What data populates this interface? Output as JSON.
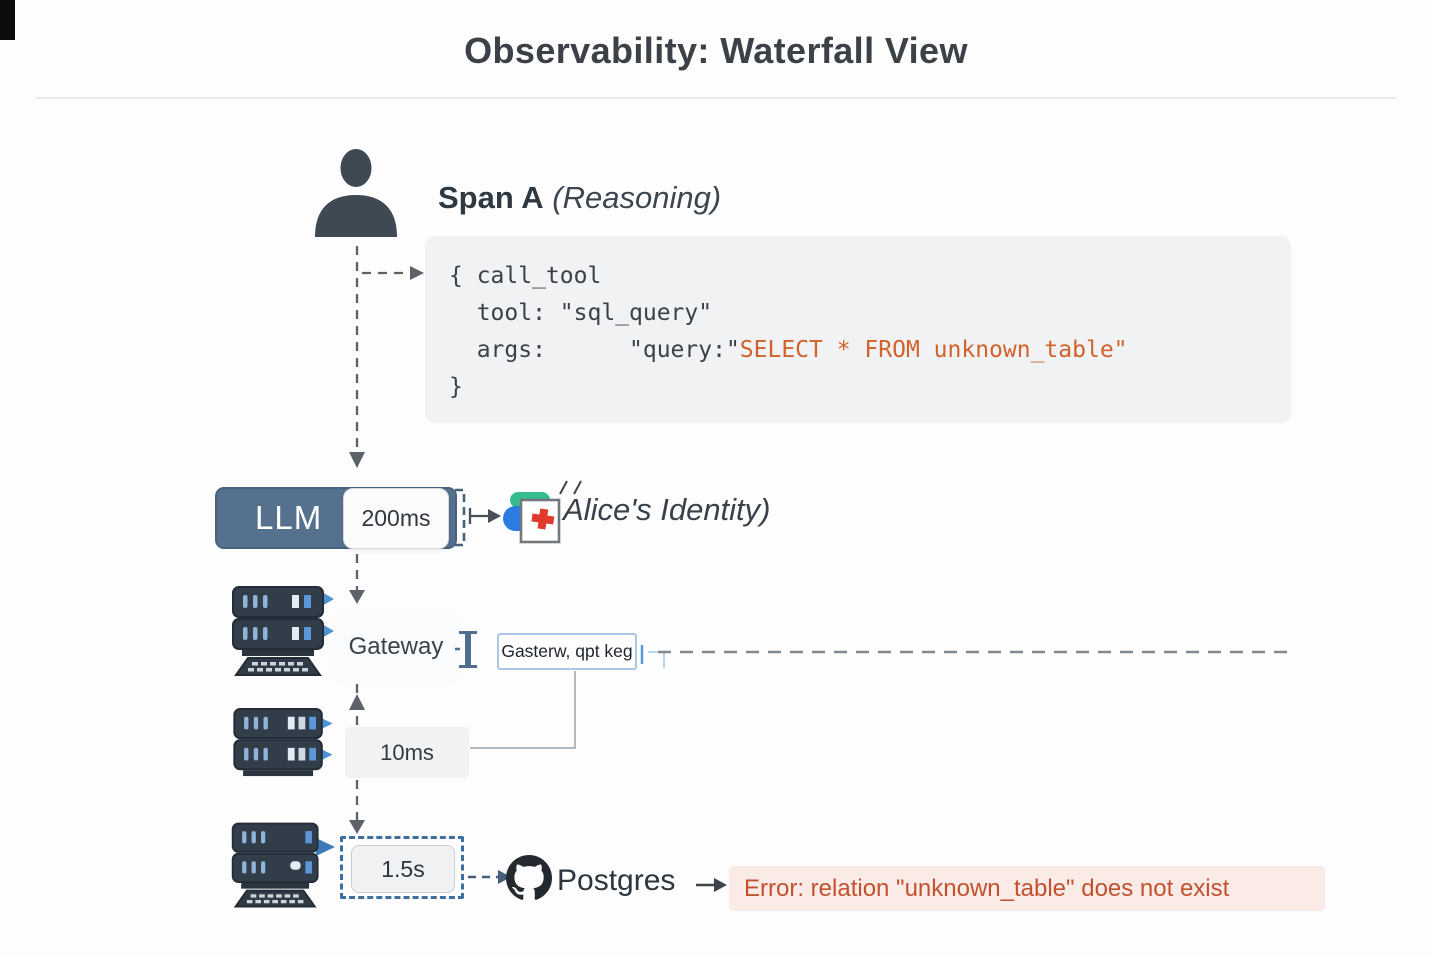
{
  "title": "Observability: Waterfall View",
  "span_a": {
    "title": "Span A",
    "subtitle": "(Reasoning)"
  },
  "code_block": {
    "line1": "{ call_tool",
    "line2": "  tool: \"sql_query\"",
    "line3_prefix": "  args:      \"query:\"",
    "line3_highlight": "SELECT * FROM unknown_table\"",
    "line4": "}"
  },
  "llm": {
    "label": "LLM",
    "duration": "200ms",
    "annotation": "Alice's Identity)"
  },
  "gateway": {
    "label": "Gateway",
    "tag": "Gasterw, qpt keg",
    "duration": "10ms"
  },
  "postgres": {
    "label": "Postgres",
    "duration": "1.5s",
    "error": "Error: relation \"unknown_table\" does not exist"
  },
  "icons": {
    "user": "user-silhouette",
    "servers": "server-stack",
    "identity": "identity-app-grid",
    "database": "github-octocat"
  },
  "colors": {
    "sql_highlight": "#d2622b",
    "error_text": "#c25130",
    "error_bg": "#fbebe6",
    "llm_bar": "#55718e",
    "dashed_span": "#3e6f9f"
  }
}
